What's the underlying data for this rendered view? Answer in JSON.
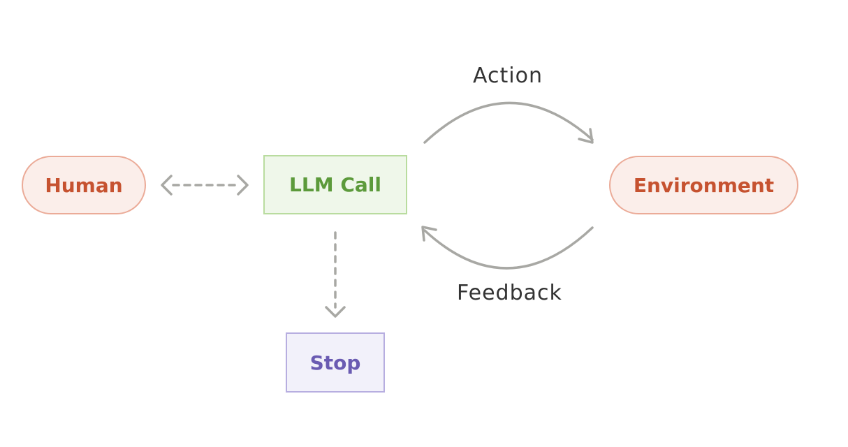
{
  "nodes": {
    "human": "Human",
    "llm_call": "LLM Call",
    "environment": "Environment",
    "stop": "Stop"
  },
  "edges": {
    "action": "Action",
    "feedback": "Feedback"
  },
  "colors": {
    "pill_fill": "#fbeeea",
    "pill_border": "#ebab98",
    "pill_text": "#c65230",
    "llm_fill": "#eff7ea",
    "llm_border": "#b9dc9f",
    "llm_text": "#5c9a3b",
    "stop_fill": "#f2f1fa",
    "stop_border": "#b7aee0",
    "stop_text": "#6a5bb2",
    "arrow": "#a8a8a4",
    "label_text": "#333333"
  }
}
